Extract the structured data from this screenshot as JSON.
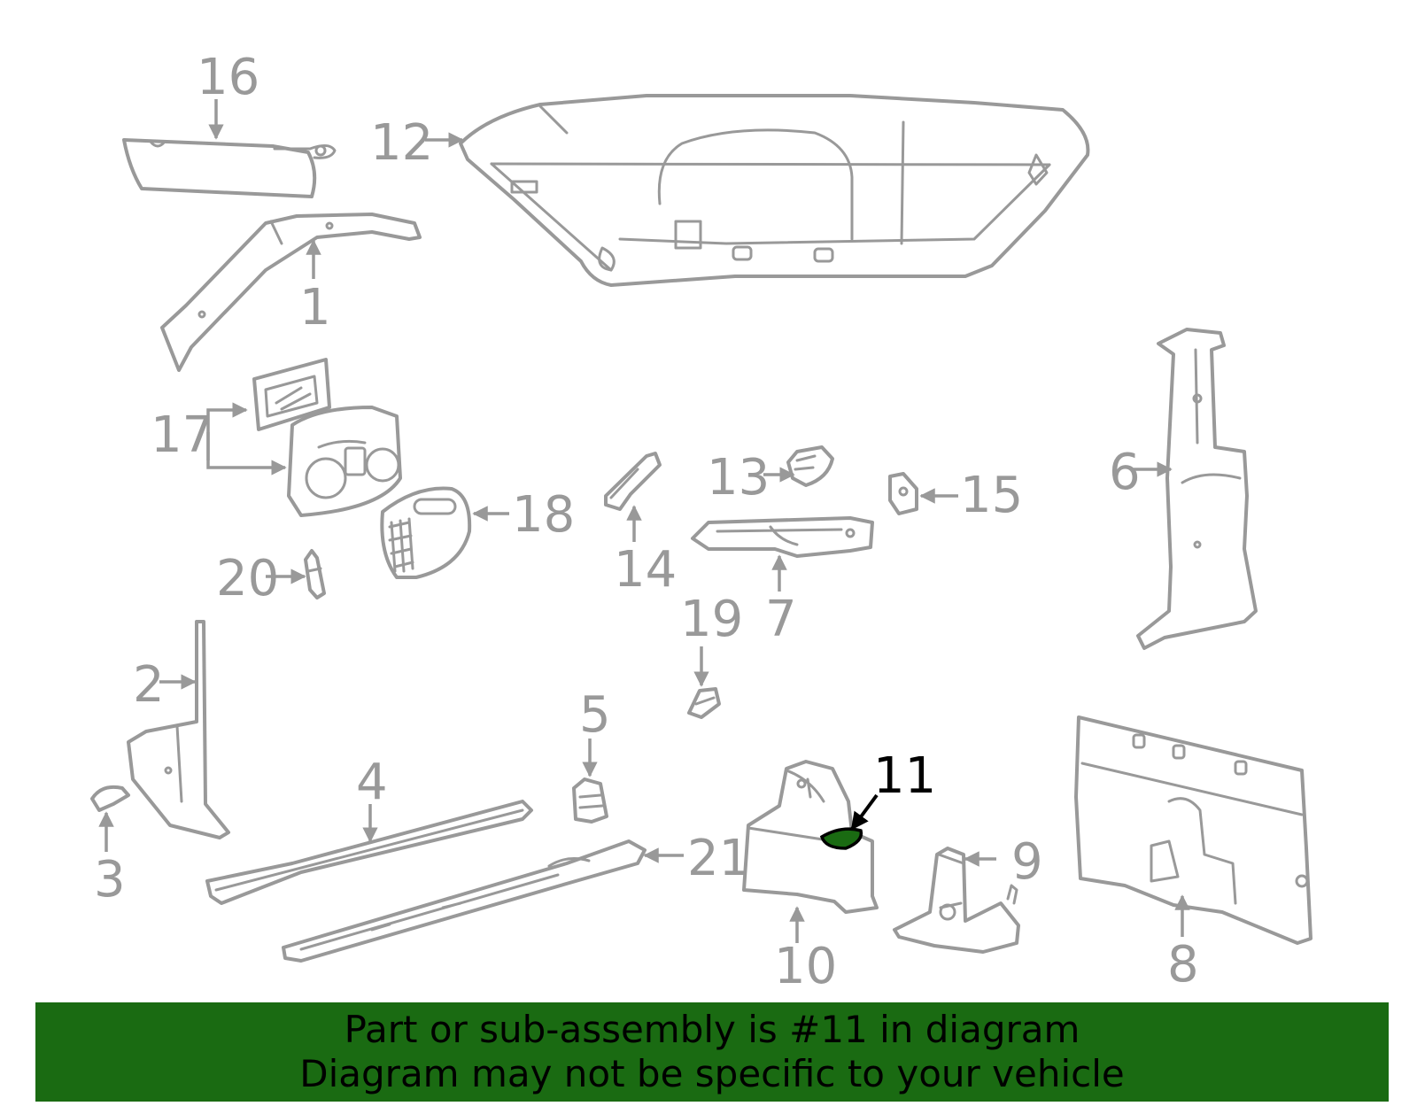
{
  "colors": {
    "part_stroke": "#999999",
    "highlight": "#000000",
    "highlight_fill": "#1a6b12",
    "banner_bg": "#1a6b12",
    "banner_text": "#000000"
  },
  "callouts": {
    "c1": "1",
    "c2": "2",
    "c3": "3",
    "c4": "4",
    "c5": "5",
    "c6": "6",
    "c7": "7",
    "c8": "8",
    "c9": "9",
    "c10": "10",
    "c11": "11",
    "c12": "12",
    "c13": "13",
    "c14": "14",
    "c15": "15",
    "c16": "16",
    "c17": "17",
    "c18": "18",
    "c19": "19",
    "c20": "20",
    "c21": "21"
  },
  "highlighted_part": "11",
  "banner": {
    "line1": "Part or sub-assembly is #11 in diagram",
    "line2": "Diagram may not be specific to your vehicle"
  }
}
